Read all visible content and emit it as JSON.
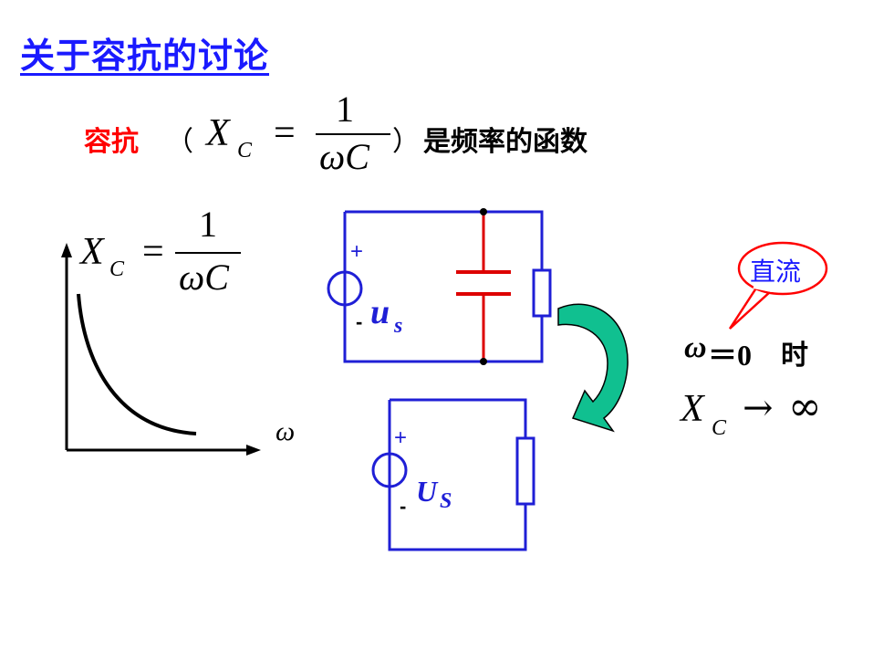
{
  "title": "关于容抗的讨论",
  "intro": {
    "term": "容抗",
    "open_paren": "（",
    "symbol_X": "X",
    "symbol_sub": "C",
    "equals": "=",
    "numerator": "1",
    "denominator": "ωC",
    "close_paren": "）",
    "rest": "是频率的函数"
  },
  "graph": {
    "y_label_X": "X",
    "y_label_sub": "C",
    "equals": "=",
    "numerator": "1",
    "denominator": "ωC",
    "x_label": "ω"
  },
  "circuit_top": {
    "plus": "+",
    "minus": "-",
    "source_label": "u",
    "source_sub": "s"
  },
  "circuit_bottom": {
    "plus": "+",
    "minus": "-",
    "source_label": "U",
    "source_sub": "S"
  },
  "callout": {
    "text": "直流"
  },
  "condition": {
    "omega": "ω",
    "equals_zero": "＝0",
    "when": "时",
    "X": "X",
    "sub": "C",
    "arrow": "→",
    "infinity": "∞"
  },
  "colors": {
    "title": "#1a1aff",
    "wire": "#1f1fd6",
    "capacitor": "#dd0000",
    "term_red": "#ff0000",
    "arrow_fill": "#10c090",
    "callout_text": "#1a1aff"
  }
}
